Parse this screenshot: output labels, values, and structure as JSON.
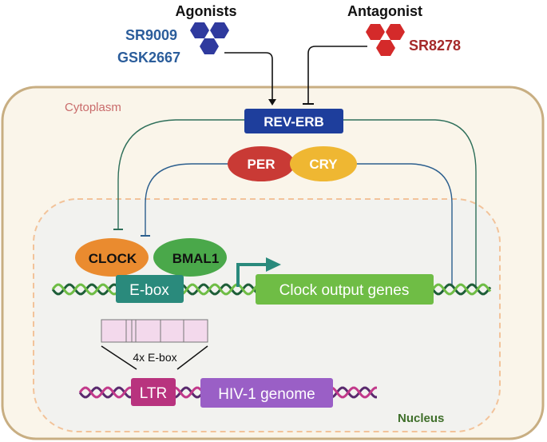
{
  "labels": {
    "agonists_title": "Agonists",
    "agonist_1": "SR9009",
    "agonist_2": "GSK2667",
    "antagonist_title": "Antagonist",
    "antagonist_1": "SR8278",
    "cytoplasm": "Cytoplasm",
    "nucleus": "Nucleus",
    "rev_erb": "REV-ERB",
    "per": "PER",
    "cry": "CRY",
    "clock": "CLOCK",
    "bmal1": "BMAL1",
    "ebox": "E-box",
    "clock_output": "Clock output genes",
    "four_ebox": "4x E-box",
    "ltr": "LTR",
    "hiv_genome": "HIV-1 genome"
  },
  "colors": {
    "agonist_hex": "#2f3a9e",
    "agonist_text": "#2b5d9b",
    "antagonist_hex": "#d42a2a",
    "antagonist_text": "#a52a2a",
    "cell_fill": "#faf5ea",
    "cell_border": "#c8ae82",
    "nucleus_fill": "#f2f2ef",
    "nucleus_border": "#f2c39a",
    "cytoplasm_text": "#c96b6b",
    "nucleus_text": "#3f6f2a",
    "rev_erb": "#1e3e9c",
    "per": "#c93a35",
    "cry": "#efb732",
    "clock": "#ea8b2f",
    "bmal1": "#4aa84a",
    "ebox": "#2a8a7c",
    "clock_output": "#6fbd45",
    "dna_dark": "#1e5e38",
    "dna_light": "#6fbd45",
    "hiv_dark": "#5a2a6e",
    "hiv_light": "#c23a8a",
    "ltr": "#b8337e",
    "hiv_genome": "#9a5fc6",
    "ebox_repeat": "#f3d9ec",
    "inhibit_line": "#2e6f5a",
    "blue_line": "#2c5f8e"
  }
}
